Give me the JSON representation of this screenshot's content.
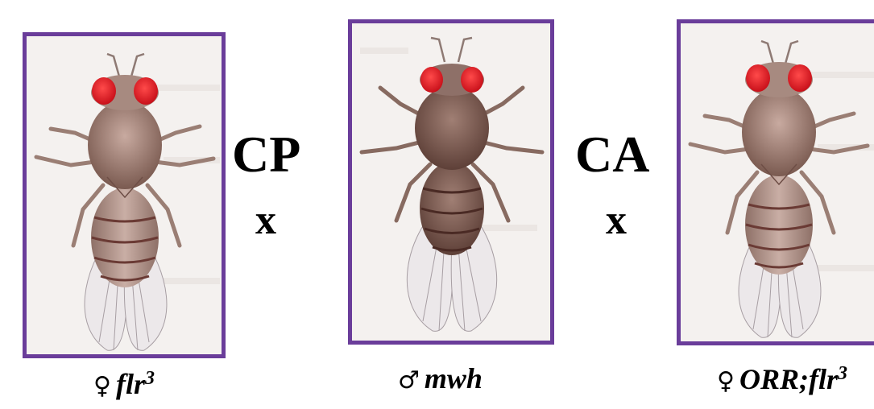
{
  "crosses": [
    {
      "label": "CP",
      "operator": "x"
    },
    {
      "label": "CA",
      "operator": "x"
    }
  ],
  "flies": [
    {
      "sex_symbol": "♀",
      "genotype": "flr",
      "superscript": "3",
      "sex": "female"
    },
    {
      "sex_symbol": "♂",
      "genotype": "mwh",
      "superscript": "",
      "sex": "male"
    },
    {
      "sex_symbol": "♀",
      "genotype": "ORR;flr",
      "superscript": "3",
      "sex": "female"
    }
  ],
  "colors": {
    "frame": "#6a3d9a",
    "eye": "#e0242c",
    "body": "#8a6c62"
  }
}
